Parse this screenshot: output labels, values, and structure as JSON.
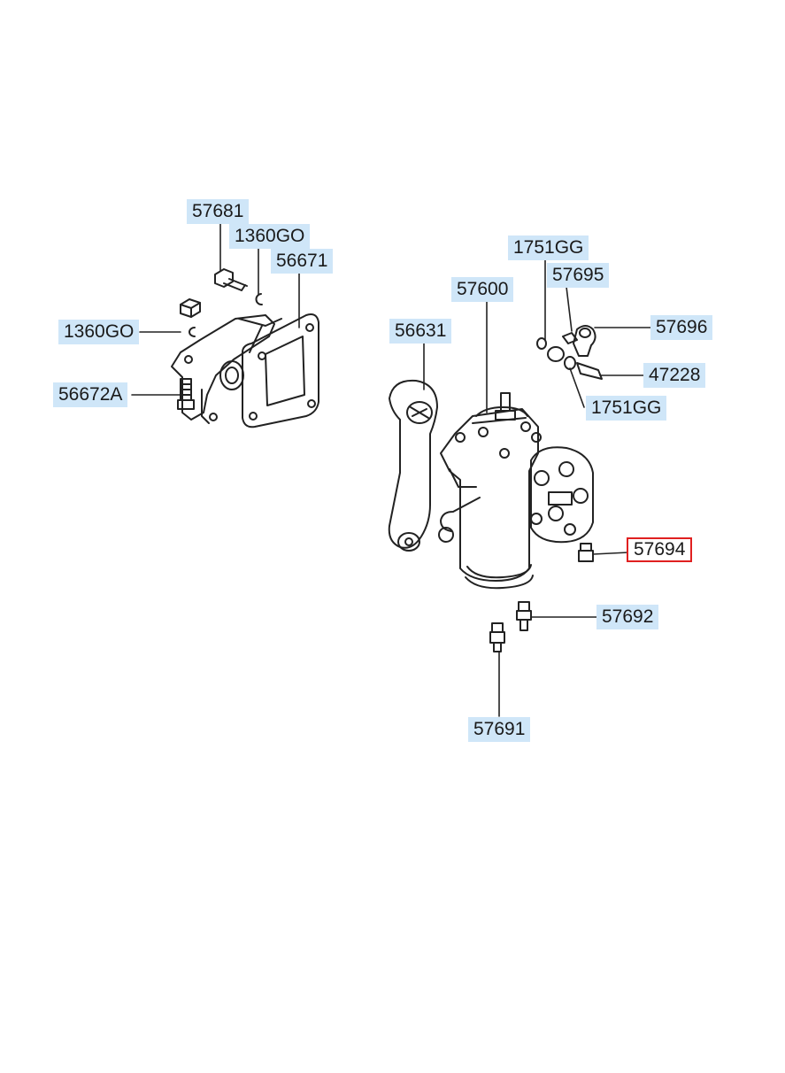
{
  "diagram": {
    "callouts": [
      {
        "id": "57681",
        "label": "57681"
      },
      {
        "id": "1360GO-top",
        "label": "1360GO"
      },
      {
        "id": "56671",
        "label": "56671"
      },
      {
        "id": "1360GO-left",
        "label": "1360GO"
      },
      {
        "id": "56672A",
        "label": "56672A"
      },
      {
        "id": "1751GG-top",
        "label": "1751GG"
      },
      {
        "id": "57695",
        "label": "57695"
      },
      {
        "id": "57600",
        "label": "57600"
      },
      {
        "id": "56631",
        "label": "56631"
      },
      {
        "id": "57696",
        "label": "57696"
      },
      {
        "id": "47228",
        "label": "47228"
      },
      {
        "id": "1751GG-bottom",
        "label": "1751GG"
      },
      {
        "id": "57694",
        "label": "57694",
        "highlighted": true
      },
      {
        "id": "57692",
        "label": "57692"
      },
      {
        "id": "57691",
        "label": "57691"
      }
    ],
    "colors": {
      "label_background": "#cfe6f8",
      "highlight_border": "#e02020",
      "line_art": "#222222"
    }
  }
}
